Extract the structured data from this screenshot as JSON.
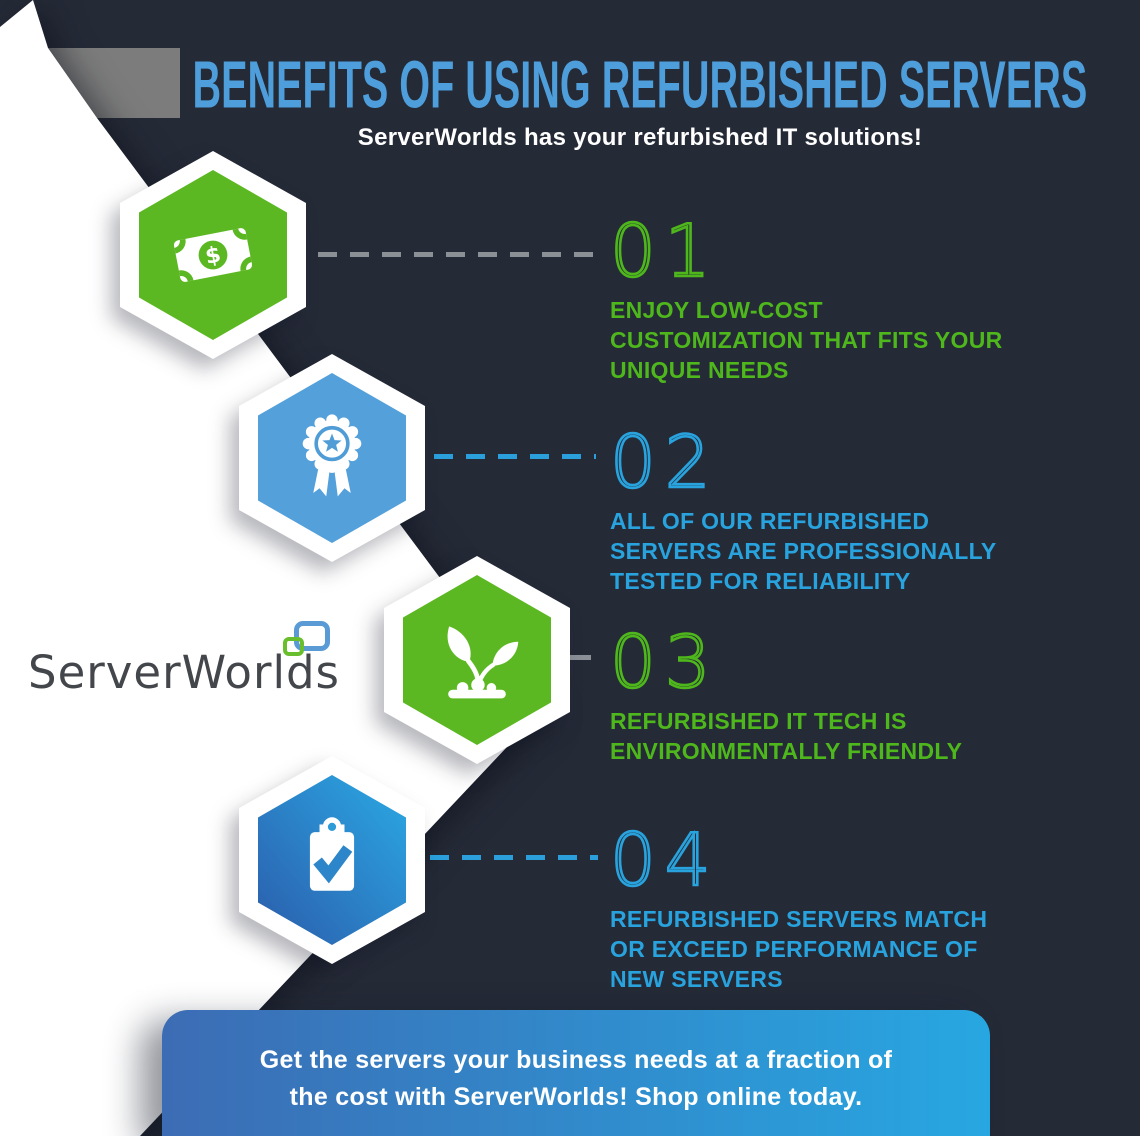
{
  "title": "BENEFITS OF USING REFURBISHED SERVERS",
  "subtitle": "ServerWorlds has your refurbished IT solutions!",
  "logo": {
    "text": "ServerWorlds"
  },
  "benefits": [
    {
      "number": "01",
      "accent": "#4eb71c",
      "icon": "money-icon",
      "text": "ENJOY LOW-COST\nCUSTOMIZATION THAT FITS YOUR\nUNIQUE NEEDS"
    },
    {
      "number": "02",
      "accent": "#28a3de",
      "icon": "award-ribbon-icon",
      "text": "ALL OF OUR REFURBISHED\nSERVERS ARE PROFESSIONALLY\nTESTED FOR RELIABILITY"
    },
    {
      "number": "03",
      "accent": "#4eb71c",
      "icon": "plant-icon",
      "text": "REFURBISHED IT TECH IS\nENVIRONMENTALLY FRIENDLY"
    },
    {
      "number": "04",
      "accent": "#28a3de",
      "icon": "clipboard-check-icon",
      "text": "REFURBISHED SERVERS MATCH\nOR EXCEED PERFORMANCE OF\nNEW SERVERS"
    }
  ],
  "cta": {
    "text": "Get the servers your business needs at a fraction of\nthe cost with ServerWorlds! Shop online today."
  },
  "colors": {
    "background": "#252a37",
    "title_blue": "#4d9edb",
    "accent_green": "#4eb71c",
    "accent_blue": "#28a3de",
    "hexagon_green": "#5cb822",
    "hexagon_blue": "#54a0da",
    "hexagon_gradient_start": "#2ba9e4",
    "hexagon_gradient_end": "#2b5cab",
    "cta_gradient_start": "#3c6cb4",
    "cta_gradient_end": "#27a7e1",
    "logo_text_gray": "#43464a",
    "logo_mark_blue": "#5b9bd5",
    "logo_mark_green": "#69be2e",
    "gray_rect": "#7c7c7c",
    "dash_gray": "#8b9097"
  }
}
